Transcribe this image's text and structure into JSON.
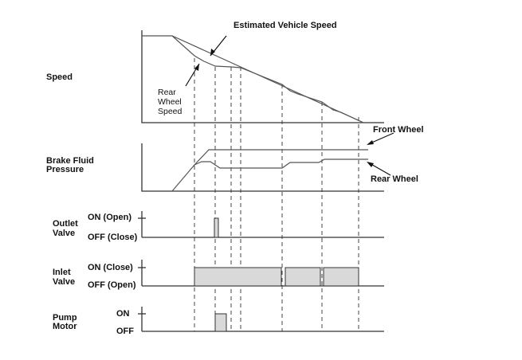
{
  "title": "Estimated Vehicle Speed",
  "rows": {
    "speed": {
      "label": "Speed"
    },
    "brake": {
      "label_lines": [
        "Brake Fluid",
        "Pressure"
      ]
    },
    "outlet": {
      "label_lines": [
        "Outlet",
        "Valve"
      ],
      "high": "ON (Open)",
      "low": "OFF (Close)"
    },
    "inlet": {
      "label_lines": [
        "Inlet",
        "Valve"
      ],
      "high": "ON (Close)",
      "low": "OFF (Open)"
    },
    "pump": {
      "label_lines": [
        "Pump",
        "Motor"
      ],
      "high": "ON",
      "low": "OFF"
    }
  },
  "annotations": {
    "rear_wheel_speed": [
      "Rear",
      "Wheel",
      "Speed"
    ],
    "front_wheel": "Front Wheel",
    "rear_wheel": "Rear Wheel"
  }
}
